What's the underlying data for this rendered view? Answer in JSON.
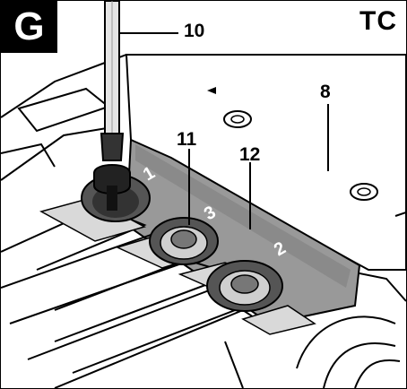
{
  "figure": {
    "letter": "G",
    "mode": "TC",
    "callouts": {
      "screwdriver": "10",
      "screw": "11",
      "scale_plate": "12",
      "base_plate": "8"
    },
    "scale_marks": [
      "1",
      "3",
      "2"
    ]
  }
}
